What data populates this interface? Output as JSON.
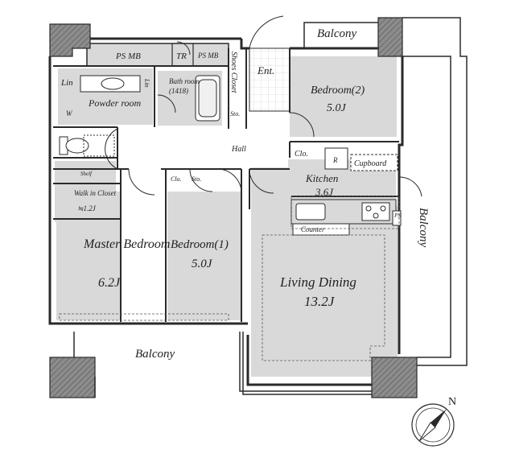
{
  "rooms": {
    "ps_mb_1": "PS MB",
    "tr": "TR",
    "ps_mb_2": "PS MB",
    "shoes_closet": "Shoes Closet",
    "entrance": "Ent.",
    "bathroom_name": "Bath room",
    "bathroom_size": "(1418)",
    "lin_1": "Lin",
    "lin_2": "Lin",
    "powder_room": "Powder room",
    "w": "W",
    "sto_1": "Sto.",
    "sto_2": "Sto.",
    "clo_1": "Clo.",
    "clo_2": "Clo.",
    "hall": "Hall",
    "bedroom2_name": "Bedroom(2)",
    "bedroom2_size": "5.0J",
    "r": "R",
    "cupboard": "Cupboard",
    "kitchen_name": "Kitchen",
    "kitchen_size": "3.6J",
    "ps": "PS",
    "counter": "Counter",
    "shelf": "Shelf",
    "walkin_name": "Walk in Closet",
    "walkin_size": "≒1.2J",
    "master_name": "Master Bedroom",
    "master_size": "6.2J",
    "bedroom1_name": "Bedroom(1)",
    "bedroom1_size": "5.0J",
    "living_name": "Living Dining",
    "living_size": "13.2J"
  },
  "balconies": {
    "top": "Balcony",
    "right": "Balcony",
    "bottom": "Balcony"
  },
  "compass": {
    "north": "N"
  },
  "colors": {
    "room_fill": "#d9d9d9",
    "wall": "#2a2a2a",
    "column": "#8c8c8c"
  }
}
